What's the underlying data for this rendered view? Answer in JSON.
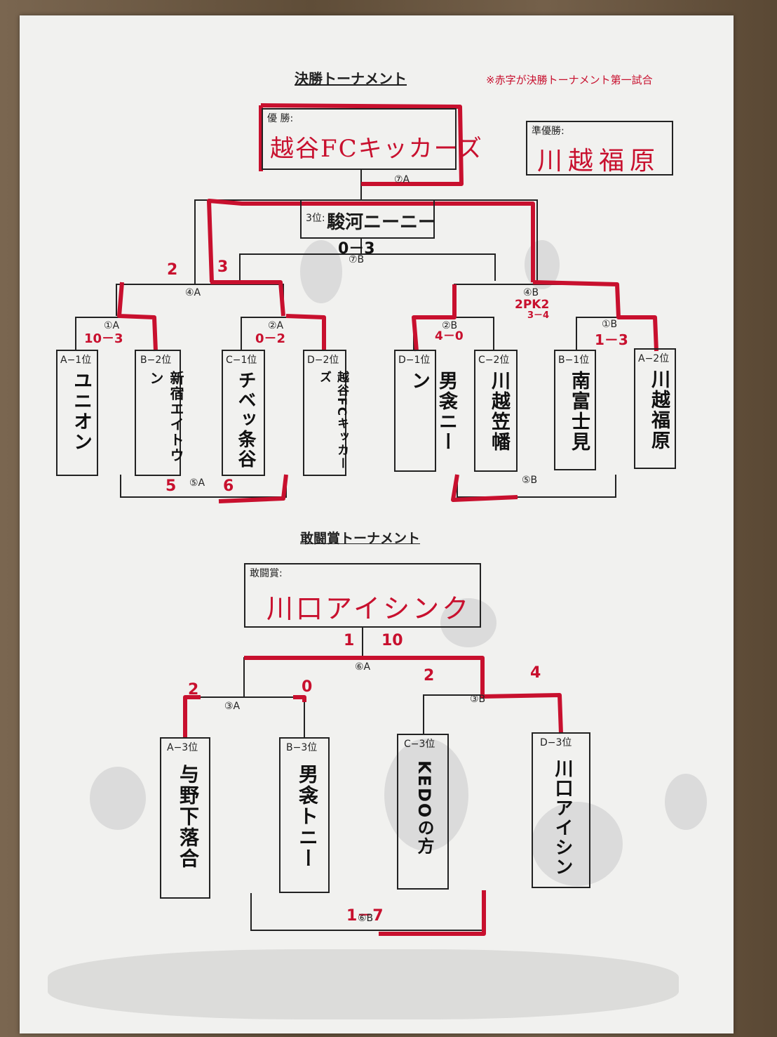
{
  "final": {
    "heading": "決勝トーナメント",
    "note": "※赤字が決勝トーナメント第一試合",
    "champion": {
      "label": "優 勝:",
      "name": "越谷FCキッカーズ"
    },
    "runner_up": {
      "label": "準優勝:",
      "name": "川越福原"
    },
    "third": {
      "label": "3位:",
      "name": "駿河ニーニー",
      "score": "0－3"
    },
    "matches": {
      "m7a": "⑦A",
      "m7b": "⑦B",
      "m4a": "④A",
      "m4b": "④B",
      "m1a": "①A",
      "m2a": "②A",
      "m2b": "②B",
      "m1b": "①B",
      "m5a": "⑤A",
      "m5b": "⑤B"
    },
    "scores": {
      "m4a_left": "2",
      "m4a_right": "3",
      "m4b": "2PK2",
      "m4b_pk": "3－4",
      "m1a": "10－3",
      "m2a": "0－2",
      "m2b": "4－0",
      "m1b": "1－3",
      "m5a_left": "5",
      "m5a_right": "6"
    },
    "teams": [
      {
        "rank": "A−1位",
        "name": "ユニオン"
      },
      {
        "rank": "B−2位",
        "name": "新宿エイトウン"
      },
      {
        "rank": "C−1位",
        "name": "チベッ条谷"
      },
      {
        "rank": "D−2位",
        "name": "越谷FCキッカーズ"
      },
      {
        "rank": "D−1位",
        "name": "男衾ニーン"
      },
      {
        "rank": "C−2位",
        "name": "川越笠幡"
      },
      {
        "rank": "B−1位",
        "name": "南富士見"
      },
      {
        "rank": "A−2位",
        "name": "川越福原"
      }
    ]
  },
  "fighting": {
    "heading": "敢闘賞トーナメント",
    "award": {
      "label": "敢闘賞:",
      "name": "川口アイシンク"
    },
    "matches": {
      "m6a": "⑥A",
      "m3a": "③A",
      "m3b": "③B",
      "m6b": "⑥B"
    },
    "scores": {
      "m6a_left": "1",
      "m6a_right": "10",
      "m3a_left": "2",
      "m3a_right": "0",
      "m3b_left": "2",
      "m3b_right": "4",
      "m6b": "1－7"
    },
    "teams": [
      {
        "rank": "A−3位",
        "name": "与野下落合"
      },
      {
        "rank": "B−3位",
        "name": "男衾トニー"
      },
      {
        "rank": "C−3位",
        "name": "KEDOの方"
      },
      {
        "rank": "D−3位",
        "name": "川口アイシン"
      }
    ]
  }
}
